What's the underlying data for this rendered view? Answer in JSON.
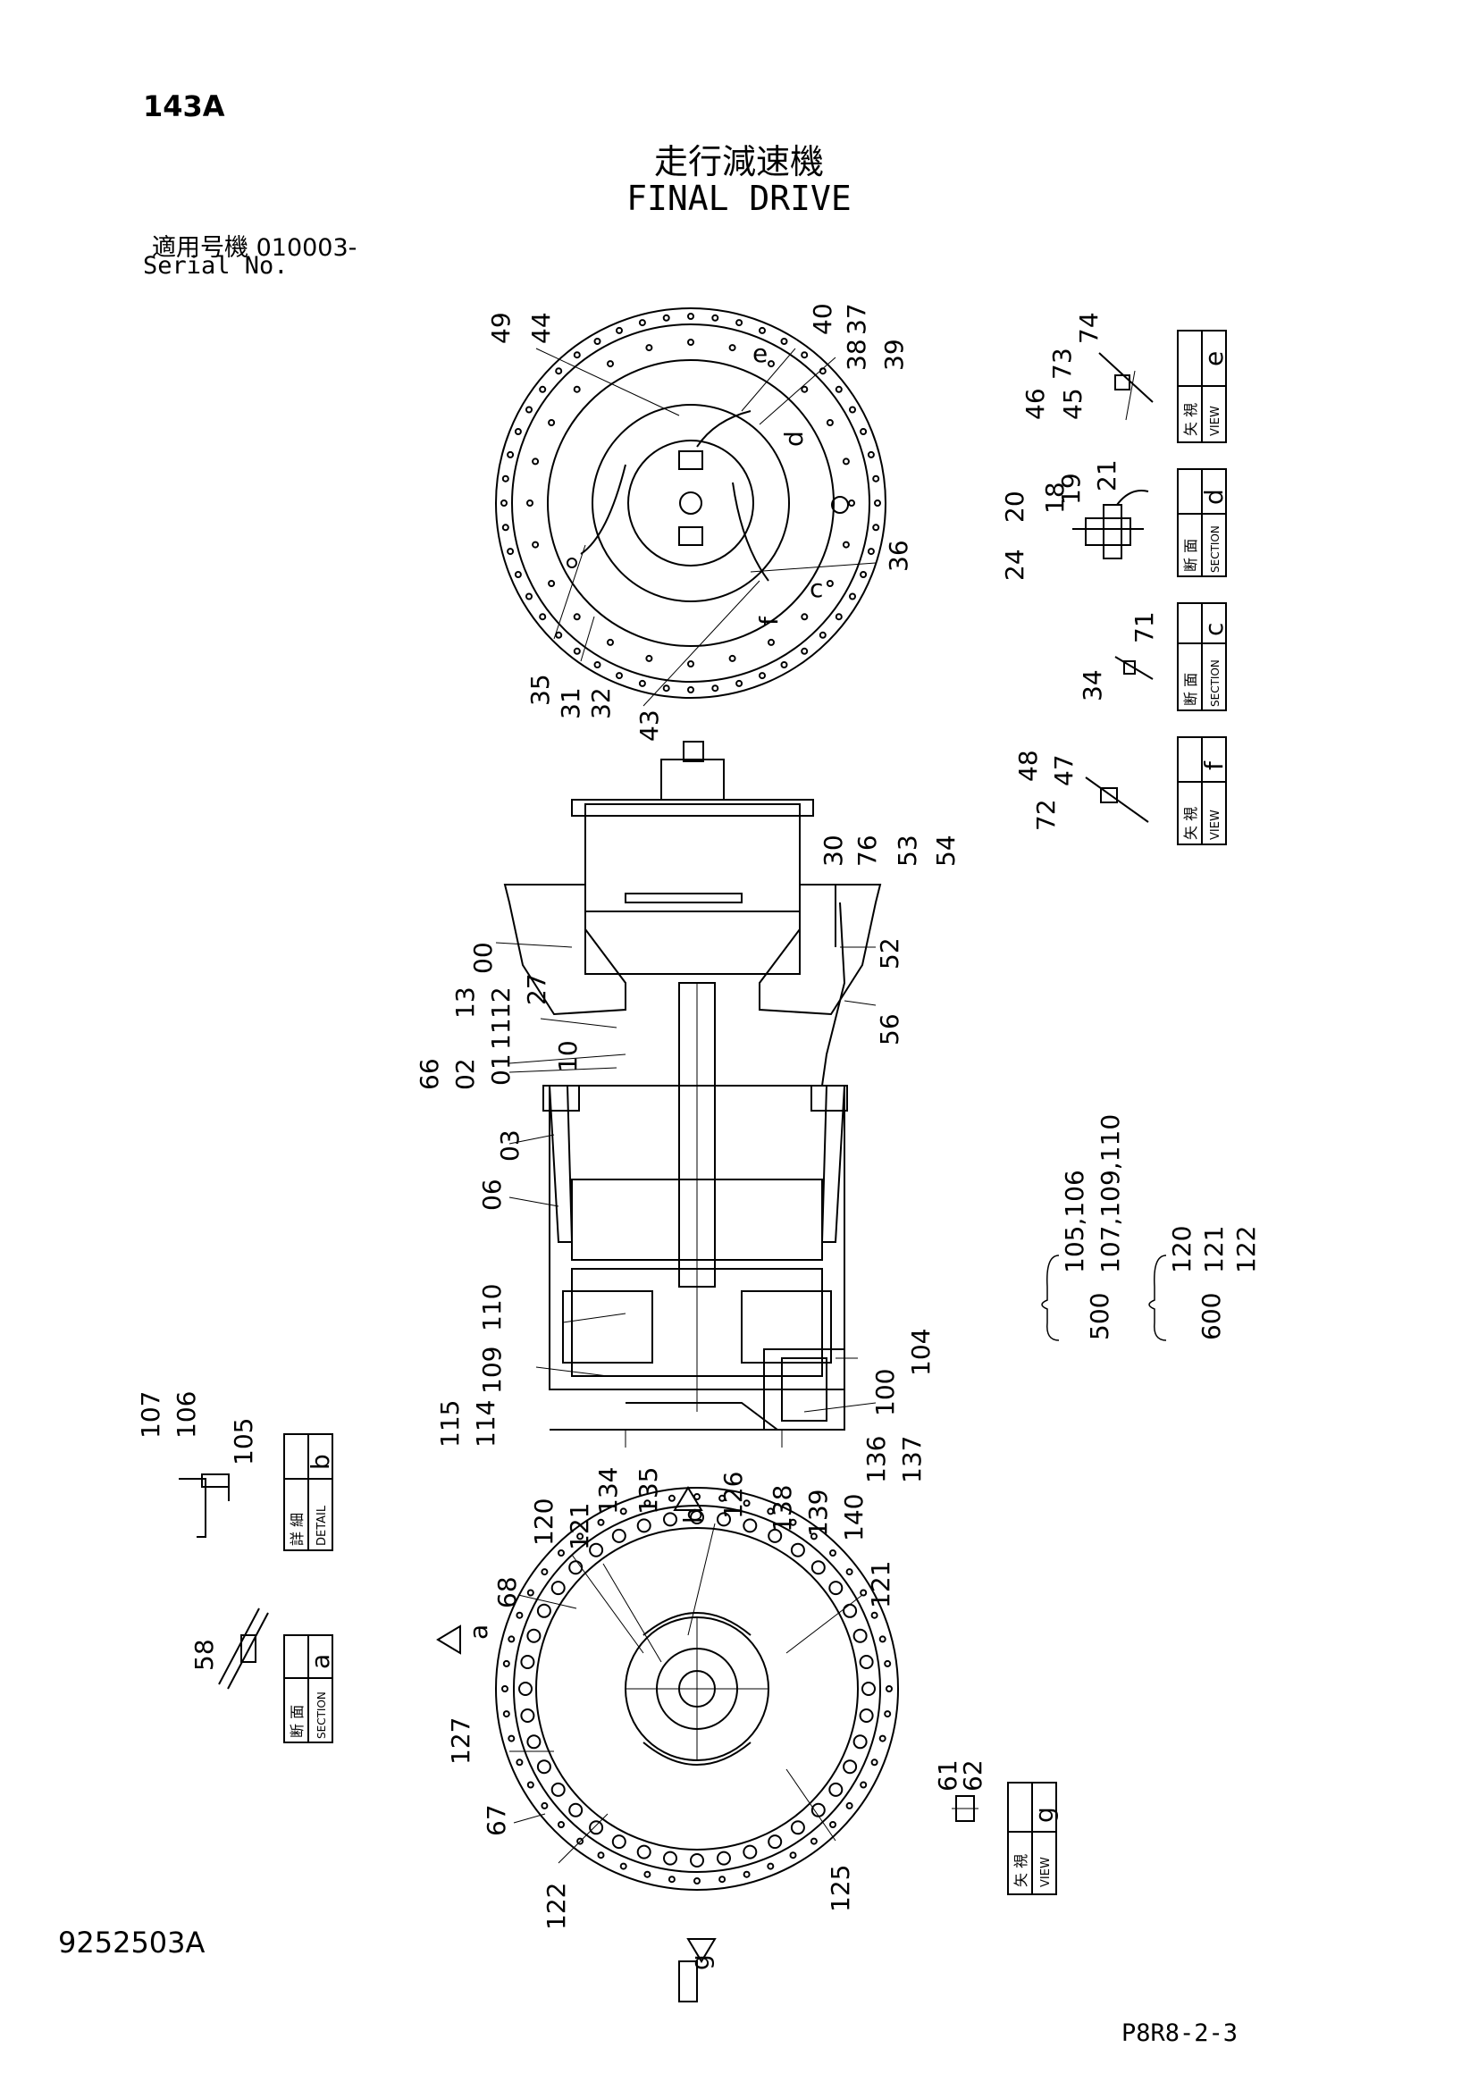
{
  "header": {
    "page_no": "143A",
    "title_ja": "走行減速機",
    "title_en": "FINAL DRIVE",
    "serial_ja": "適用号機 010003-",
    "serial_en": "Serial No."
  },
  "footer": {
    "drawing_no": "9252503A",
    "sheet_no": "P8R8-2-3"
  },
  "top_view": {
    "callouts": [
      "49",
      "44",
      "40",
      "37",
      "38",
      "39",
      "36",
      "35",
      "31",
      "32",
      "43"
    ],
    "markers": [
      "e",
      "d",
      "c",
      "f"
    ]
  },
  "side_view": {
    "callouts": [
      "30",
      "76",
      "53",
      "54",
      "52",
      "56",
      "00",
      "13",
      "12",
      "27",
      "11",
      "10",
      "66",
      "02",
      "01",
      "03",
      "06",
      "110",
      "109",
      "115",
      "114",
      "104",
      "100",
      "134",
      "135",
      "138",
      "139",
      "140",
      "136",
      "137"
    ]
  },
  "bottom_view": {
    "callouts": [
      "126",
      "121",
      "120",
      "68",
      "127",
      "67",
      "122",
      "125"
    ],
    "markers": [
      "b",
      "a",
      "g"
    ]
  },
  "detail_views": [
    {
      "kind_ja": "矢 視",
      "kind_en": "VIEW",
      "letter": "e",
      "callouts": [
        "74",
        "73",
        "46",
        "45"
      ]
    },
    {
      "kind_ja": "断 面",
      "kind_en": "SECTION",
      "letter": "d",
      "callouts": [
        "19",
        "21",
        "18",
        "20",
        "24"
      ]
    },
    {
      "kind_ja": "断 面",
      "kind_en": "SECTION",
      "letter": "c",
      "callouts": [
        "71",
        "34"
      ]
    },
    {
      "kind_ja": "矢 視",
      "kind_en": "VIEW",
      "letter": "f",
      "callouts": [
        "48",
        "47",
        "72"
      ]
    },
    {
      "kind_ja": "詳 細",
      "kind_en": "DETAIL",
      "letter": "b",
      "callouts": [
        "107",
        "106",
        "105"
      ]
    },
    {
      "kind_ja": "断 面",
      "kind_en": "SECTION",
      "letter": "a",
      "callouts": [
        "58"
      ]
    },
    {
      "kind_ja": "矢 視",
      "kind_en": "VIEW",
      "letter": "g",
      "callouts": [
        "61",
        "62"
      ]
    }
  ],
  "groups": [
    {
      "parent": "500",
      "lines": [
        "105,106",
        "107,109,110"
      ]
    },
    {
      "parent": "600",
      "lines": [
        "120",
        "121",
        "122"
      ]
    }
  ]
}
